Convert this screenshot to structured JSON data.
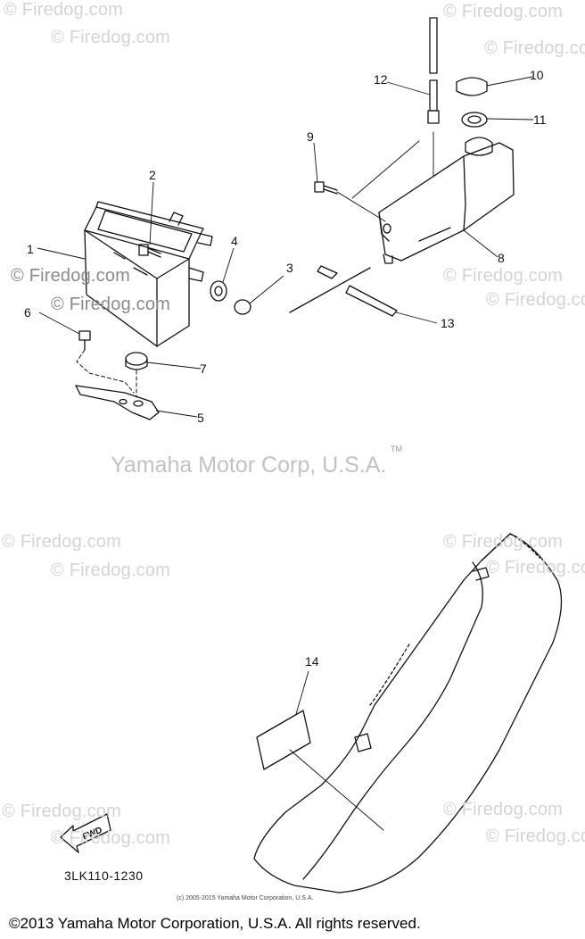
{
  "watermarks": {
    "text": "© Firedog.com",
    "center_text": "Yamaha Motor Corp, U.S.A.",
    "tm": "TM"
  },
  "part_numbers": [
    "1",
    "2",
    "3",
    "4",
    "5",
    "6",
    "7",
    "8",
    "9",
    "10",
    "11",
    "12",
    "13",
    "14"
  ],
  "fwd_label": "FWD",
  "reference_code": "3LK110-1230",
  "small_copyright": "(c) 2005-2015 Yamaha Motor Corporation, U.S.A.",
  "footer": "©2013 Yamaha Motor Corporation, U.S.A. All rights reserved.",
  "colors": {
    "line": "#111111",
    "watermark": "#d4d4d4"
  }
}
